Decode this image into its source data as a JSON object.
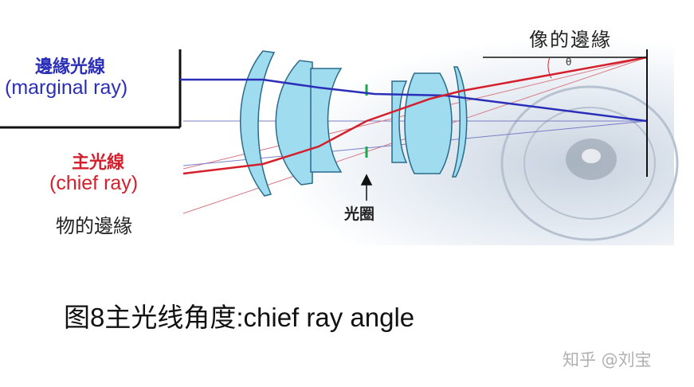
{
  "labels": {
    "marginal_zh": "邊緣光線",
    "marginal_en": "(marginal ray)",
    "chief_zh": "主光線",
    "chief_en": "(chief ray)",
    "object_edge": "物的邊緣",
    "image_edge": "像的邊緣",
    "aperture": "光圈",
    "angle_mark": "θ"
  },
  "caption": "图8主光线角度:chief ray angle",
  "watermark": "知乎 @刘宝",
  "colors": {
    "marginal_ray": "#2b2fb8",
    "chief_ray": "#d4202c",
    "lens_fill": "#9fdcf0",
    "lens_stroke": "#2a6a8a",
    "aperture_stop": "#1aa84a"
  }
}
